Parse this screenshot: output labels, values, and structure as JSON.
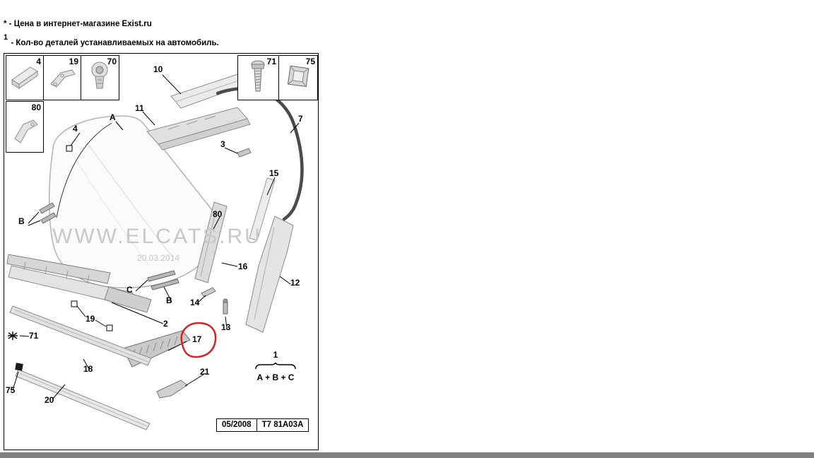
{
  "notes": {
    "line1": "* - Цена в интернет-магазине Exist.ru",
    "line2_sup": "1",
    "line2_rest": " - Кол-во деталей устанавливаемых на автомобиль."
  },
  "inset": {
    "c4": "4",
    "c19": "19",
    "c70": "70",
    "c80": "80",
    "c71": "71",
    "c75": "75"
  },
  "callouts": {
    "n10": "10",
    "n11": "11",
    "a": "A",
    "n3": "3",
    "n7": "7",
    "n15": "15",
    "n4": "4",
    "n80": "80",
    "b1": "B",
    "n16": "16",
    "n12": "12",
    "c": "C",
    "b2": "B",
    "n14": "14",
    "n13": "13",
    "n2": "2",
    "n19": "19",
    "n17": "17",
    "n21": "21",
    "n18": "18",
    "n71": "71",
    "n75": "75",
    "n20": "20"
  },
  "legend": {
    "count": "1",
    "formula": "A + B + C"
  },
  "watermark": {
    "site": "WWW.ELCATS.RU",
    "date": "20.03.2014"
  },
  "footer": {
    "date": "05/2008",
    "code": "T7 81A03A"
  },
  "colors": {
    "highlight_circle": "#d42222",
    "watermark_gray": "#c8c8c8"
  }
}
